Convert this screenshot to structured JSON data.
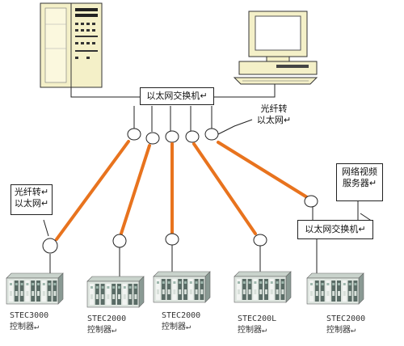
{
  "switch_top": {
    "label": "以太网交换机↵"
  },
  "converter_top_note": {
    "line1": "光纤转",
    "line2": "以太网↵"
  },
  "converter_left_note": {
    "line1": "光纤转↵",
    "line2": "以太网↵"
  },
  "video_server": {
    "line1": "网络视频",
    "line2": "服务器↵"
  },
  "switch_right": {
    "label": "以太网交换机↵"
  },
  "controllers": [
    {
      "model": "STEC3000",
      "name": "控制器↵"
    },
    {
      "model": "STEC2000",
      "name": "控制器↵"
    },
    {
      "model": "STEC2000",
      "name": "控制器↵"
    },
    {
      "model": "STEC200L",
      "name": "控制器↵"
    },
    {
      "model": "STEC2000",
      "name": "控制器↵"
    }
  ],
  "colors": {
    "fiber": "#e8731e",
    "line": "#222222",
    "rack_face": "#dfe6e0",
    "rack_dark": "#5a6c66",
    "cabinet": "#f4f0c8"
  }
}
